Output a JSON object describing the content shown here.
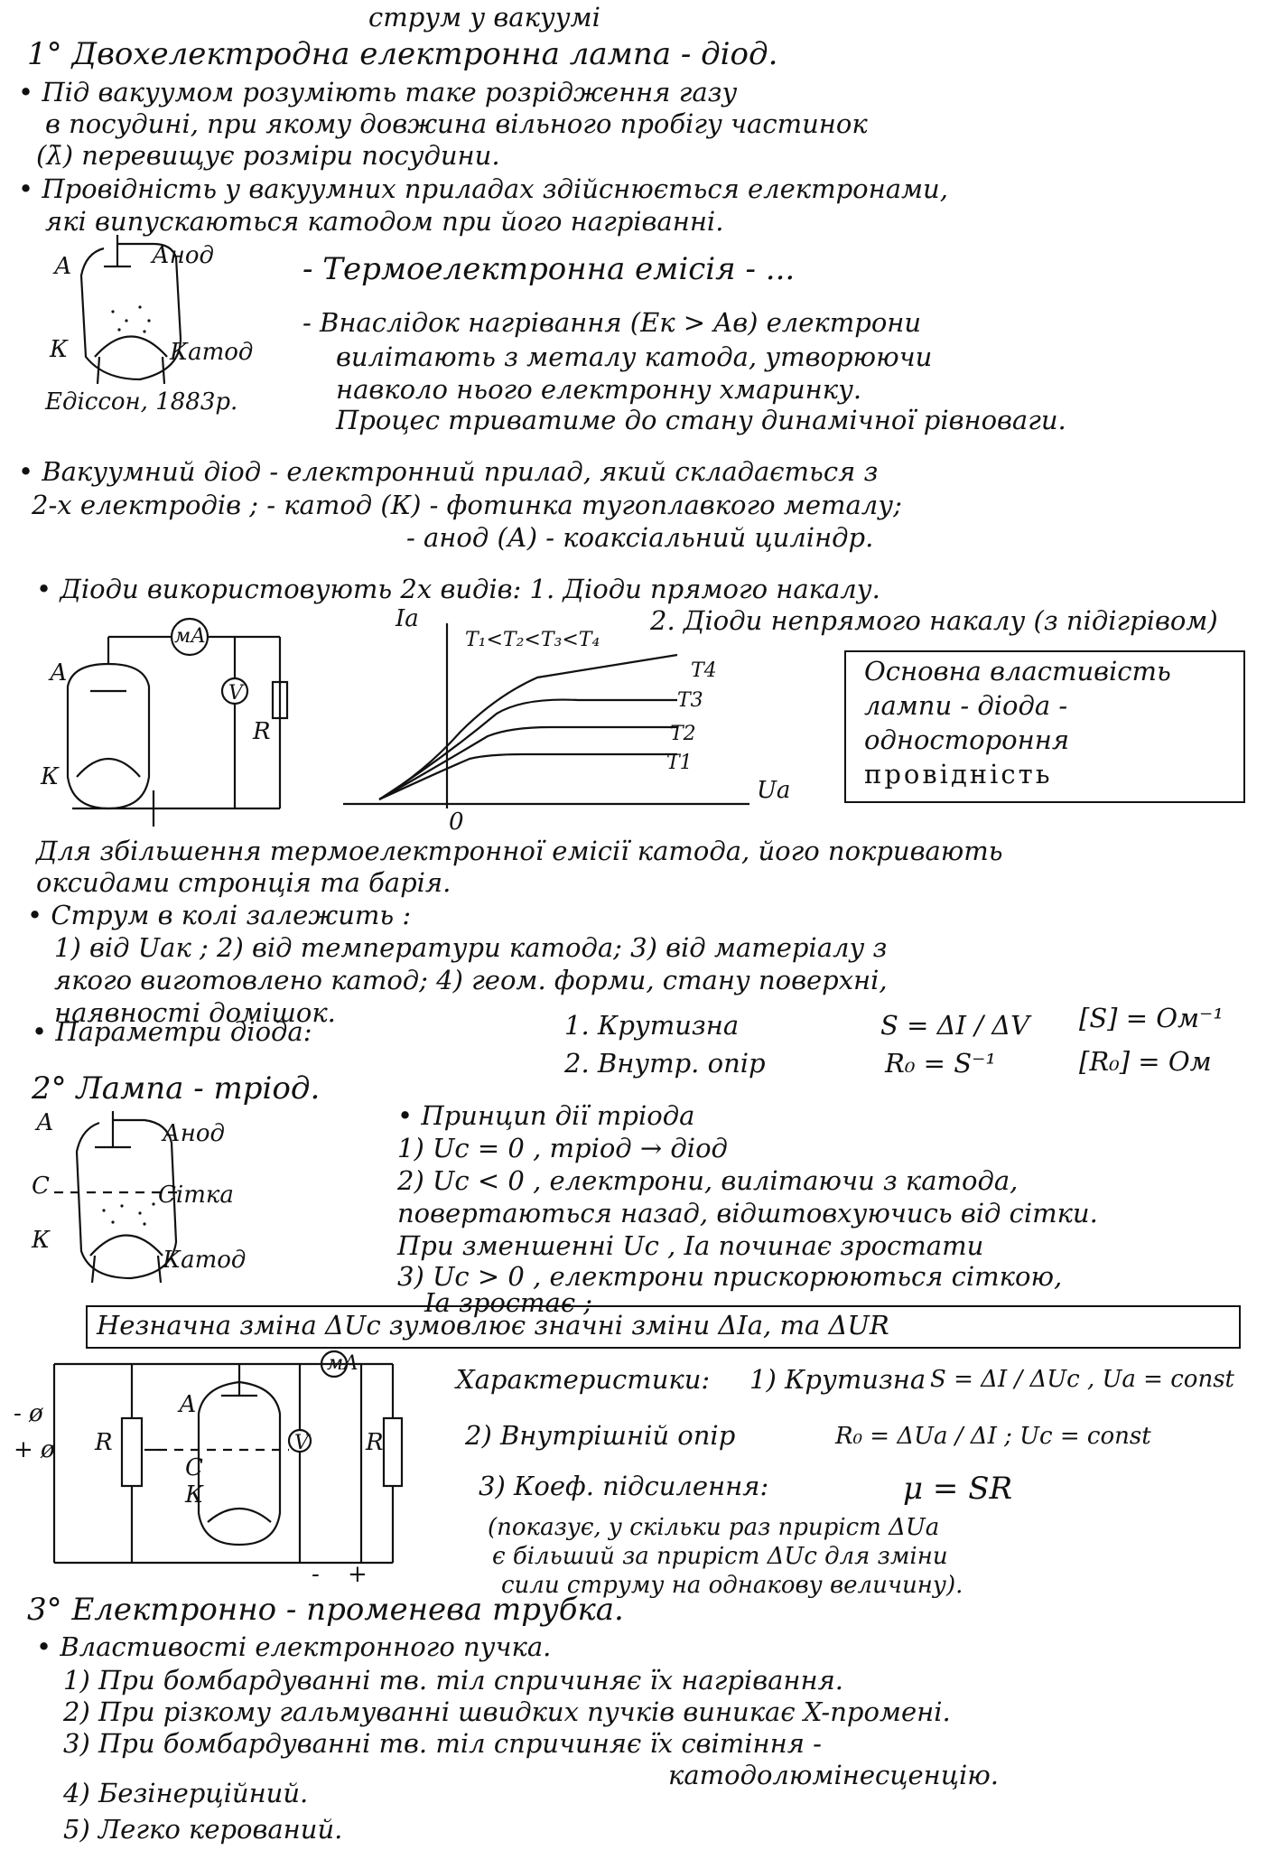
{
  "title": "струм у вакуумі",
  "s1": {
    "heading": "1° Двохелектродна електронна лампа - діод.",
    "p1": [
      "• Під вакуумом розуміють таке розрідження газу",
      "в посудині, при якому довжина вільного пробігу частинок",
      "(λ̄) перевищує розміри посудини."
    ],
    "p2": [
      "• Провідність у вакуумних приладах здійснюється електронами,",
      "які випускаються катодом при його нагріванні."
    ],
    "lamp1_labels": {
      "a": "А",
      "anode": "Анод",
      "k": "К",
      "cathode": "Катод",
      "edison": "Едіссон, 1883р."
    },
    "thermo": [
      "- Термоелектронна емісія - ...",
      "- Внаслідок нагрівання (Eк > Aв) електрони",
      "вилітають з металу катода, утворюючи",
      "навколо нього електронну хмаринку.",
      "Процес триватиме до стану динамічної рівноваги."
    ],
    "vacdiode": [
      "• Вакуумний діод - електронний прилад, який складається з",
      "2-х електродів ;   - катод (К) - фотинка тугоплавкого металу;",
      "- анод (А) - коаксіальний циліндр."
    ],
    "kinds": [
      "• Діоди використовують 2х видів: 1. Діоди прямого накалу.",
      "2. Діоди непрямого накалу (з підігрівом)"
    ],
    "circuit_labels": {
      "ma": "мА",
      "v": "V",
      "r": "R",
      "a": "А",
      "k": "К"
    },
    "graph_labels": {
      "ia": "Iа",
      "ua": "Uа",
      "zero": "0",
      "cond": "T₁<T₂<T₃<T₄",
      "t4": "T4",
      "t3": "T3",
      "t2": "T2",
      "t1": "T1"
    },
    "boxed": [
      "Основна властивість",
      "лампи - діода -",
      "одностороння",
      "провідність"
    ],
    "increase": [
      "Для збільшення термоелектронної емісії катода, його покривають",
      "оксидами стронція та барія."
    ],
    "depends": [
      "• Струм в колі залежить :",
      "1) від Uак ;  2) від температури катода;  3) від матеріалу з",
      "якого виготовлено катод;  4) геом. форми, стану поверхні,",
      "наявності домішок."
    ],
    "params": {
      "label": "• Параметри діода:",
      "p1": "1. Крутизна",
      "p1f": "S = ΔI / ΔV",
      "p1u": "[S] = Ом⁻¹",
      "p2": "2. Внутр. опір",
      "p2f": "R₀ = S⁻¹",
      "p2u": "[R₀] = Ом"
    }
  },
  "s2": {
    "heading": "2° Лампа - тріод.",
    "lamp2_labels": {
      "a": "А",
      "anode": "Анод",
      "c": "С",
      "grid": "Сітка",
      "k": "К",
      "cathode": "Катод"
    },
    "principle": [
      "• Принцип дії тріода",
      "1)  Uc = 0 ,   тріод → діод",
      "2)  Uc < 0 , електрони, вилітаючи з катода,",
      "повертаються назад, відштовхуючись від сітки.",
      "При зменшенні Uc , Iа починає зростати",
      "3)  Uc > 0 , електрони прискорюються сіткою,",
      "Iа зростає ;"
    ],
    "boxed": "Незначна зміна ΔUc зумовлює значні зміни ΔIа, та ΔUR",
    "circuit_labels": {
      "minus": "- ø",
      "plus": "+ ø",
      "r1": "R",
      "r2": "R",
      "a": "А",
      "c": "С",
      "k": "К",
      "ma": "мА",
      "v": "V",
      "bm": "-",
      "bp": "+"
    },
    "chars": {
      "label": "Характеристики:",
      "c1": "1) Крутизна",
      "c1f": "S = ΔI / ΔUc , Uа = const",
      "c2": "2) Внутрішній опір",
      "c2f": "R₀ = ΔUа / ΔI ;  Uc = const",
      "c3": "3) Коеф. підсилення:",
      "c3f": "μ = SR",
      "c3n": [
        "(показує, у скільки раз приріст ΔUа",
        "є більший за приріст ΔUc для зміни",
        "сили струму на однакову величину)."
      ]
    }
  },
  "s3": {
    "heading": "3° Електронно - променева трубка.",
    "items": [
      "• Властивості електронного пучка.",
      "1) При бомбардуванні тв. тіл спричиняє їх нагрівання.",
      "2) При різкому гальмуванні швидких пучків виникає X-промені.",
      "3) При бомбардуванні тв. тіл спричиняє їх світіння -",
      "катодолюмінесценцію.",
      "4) Безінерційний.",
      "5) Легко керований."
    ]
  }
}
